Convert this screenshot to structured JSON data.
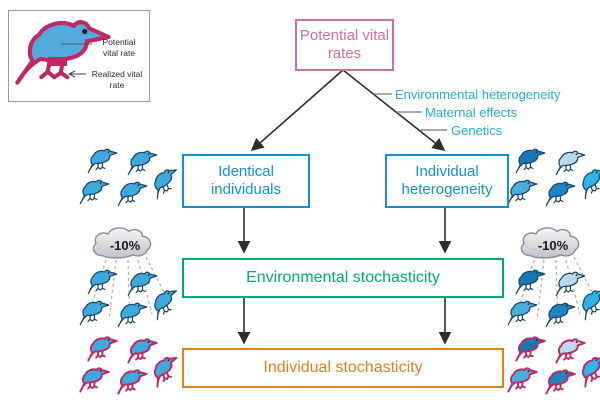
{
  "legend": {
    "potential_label": "Potential vital rate",
    "realized_label": "Realized vital rate"
  },
  "nodes": {
    "potential": {
      "label": "Potential vital rates",
      "color": "#cb6fa7"
    },
    "identical": {
      "label": "Identical individuals",
      "color": "#1490d8"
    },
    "individual_heterogeneity": {
      "label": "Individual heterogeneity",
      "color": "#1490d8"
    },
    "environmental_stochasticity": {
      "label": "Environmental stochasticity",
      "color": "#00a87c"
    },
    "individual_stochasticity": {
      "label": "Individual stochasticity",
      "color": "#e2811c"
    }
  },
  "factors": {
    "color": "#29abe2",
    "items": [
      "Environmental heterogeneity",
      "Maternal effects",
      "Genetics"
    ]
  },
  "cloud": {
    "label": "-10%"
  },
  "birds": {
    "uniform_fill": "#3fa9dc",
    "varied_fills": [
      "#1878b4",
      "#b9d9ef",
      "#49aede",
      "#1e85c2",
      "#2eb5e8"
    ],
    "outline_potential": "#1d4967",
    "outline_realized": "#c02864",
    "legend_fill": "#52abdc",
    "groups": [
      {
        "name": "birds-identical-individuals",
        "variant": "uniform",
        "outline": "potential",
        "cloud": false
      },
      {
        "name": "birds-heterogeneous-individuals",
        "variant": "varied",
        "outline": "potential",
        "cloud": false
      },
      {
        "name": "birds-identical-environmental",
        "variant": "uniform",
        "outline": "potential",
        "cloud": true
      },
      {
        "name": "birds-heterogeneous-environmental",
        "variant": "varied",
        "outline": "potential",
        "cloud": true
      },
      {
        "name": "birds-identical-realized",
        "variant": "uniform",
        "outline": "realized",
        "cloud": false
      },
      {
        "name": "birds-heterogeneous-realized",
        "variant": "varied",
        "outline": "realized",
        "cloud": false
      }
    ]
  }
}
